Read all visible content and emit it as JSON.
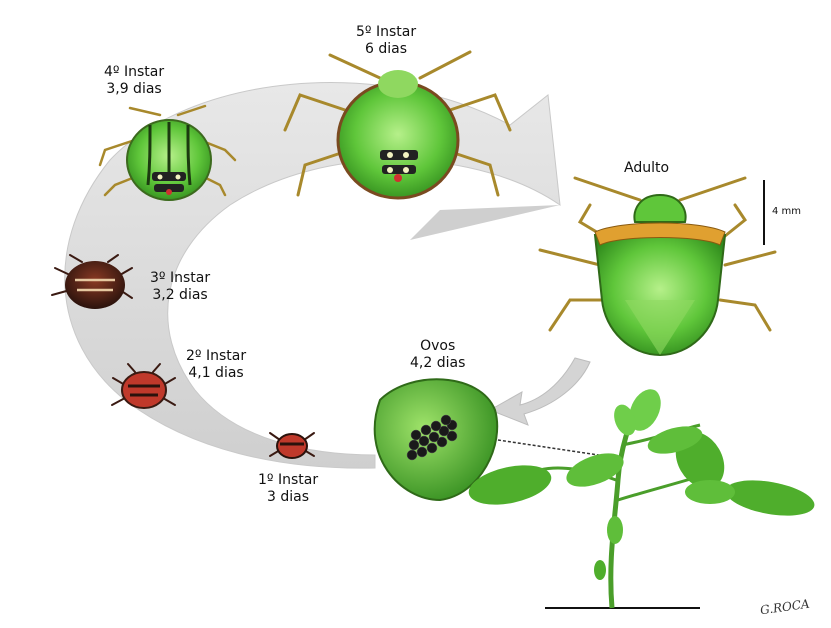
{
  "stages": [
    {
      "id": "instar1",
      "name": "1º Instar",
      "duration": "3 dias"
    },
    {
      "id": "instar2",
      "name": "2º Instar",
      "duration": "4,1 dias"
    },
    {
      "id": "instar3",
      "name": "3º Instar",
      "duration": "3,2 dias"
    },
    {
      "id": "instar4",
      "name": "4º Instar",
      "duration": "3,9 dias"
    },
    {
      "id": "instar5",
      "name": "5º Instar",
      "duration": "6 dias"
    }
  ],
  "adult": {
    "name": "Adulto",
    "scale_bar": "4 mm"
  },
  "eggs": {
    "name": "Ovos",
    "duration": "4,2 dias"
  },
  "signature": "G.ROCA",
  "colors": {
    "arrow": "#d9d9d9",
    "nymph_dark": "#3a1a12",
    "nymph_red": "#c0392b",
    "bug_green": "#5fc63a",
    "leaf_green": "#4a9e2a"
  }
}
